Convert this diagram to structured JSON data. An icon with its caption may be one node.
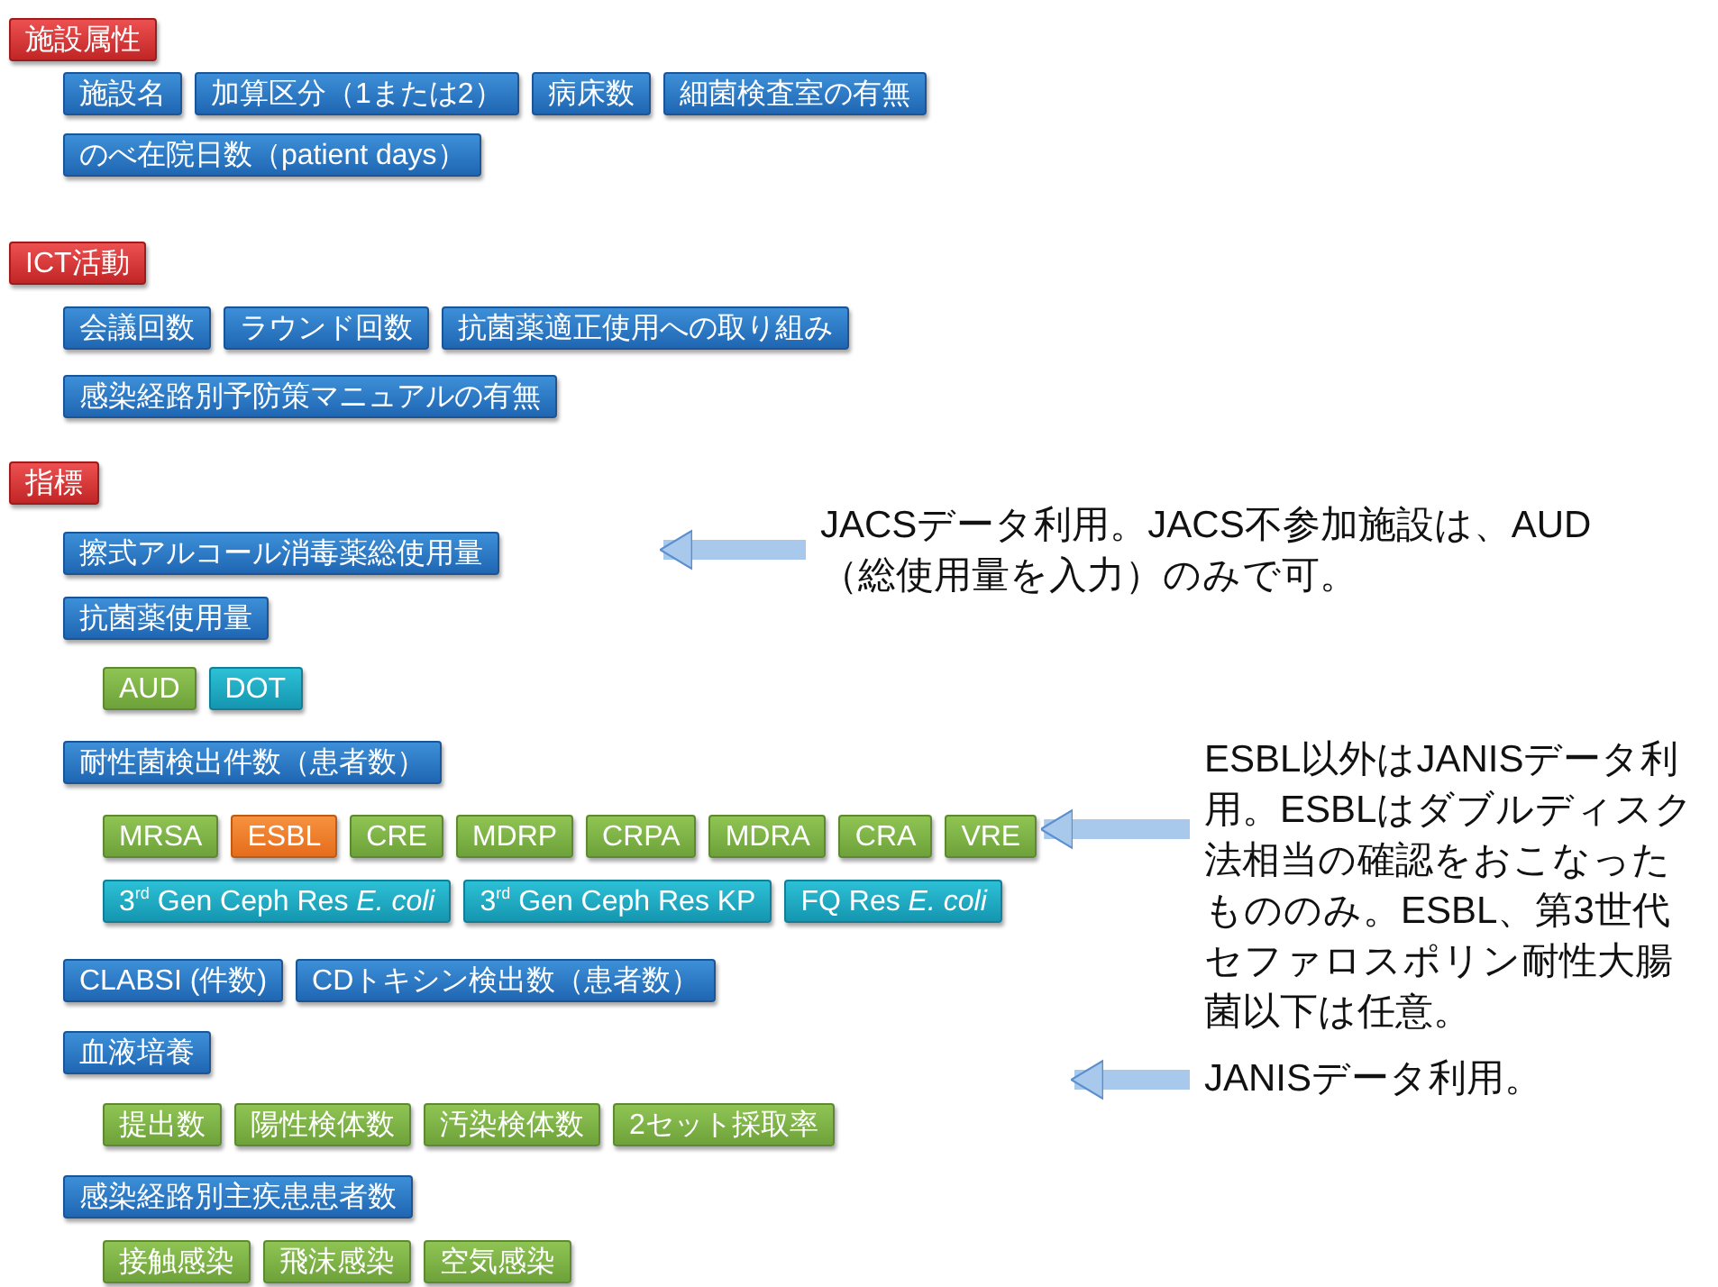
{
  "diagram": {
    "nodes": [
      {
        "text": [
          "施設属性"
        ]
      },
      {
        "text": [
          "施設名"
        ]
      },
      {
        "text": [
          "加算区分（1または2）"
        ]
      },
      {
        "text": [
          "病床数"
        ]
      },
      {
        "text": [
          "細菌検査室の有無"
        ]
      },
      {
        "text": [
          "のべ在院日数（patient days）"
        ]
      },
      {
        "text": [
          "ICT活動"
        ]
      },
      {
        "text": [
          "会議回数"
        ]
      },
      {
        "text": [
          "ラウンド回数"
        ]
      },
      {
        "text": [
          "抗菌薬適正使用への取り組み"
        ]
      },
      {
        "text": [
          "感染経路別予防策マニュアルの有無"
        ]
      },
      {
        "text": [
          "指標"
        ]
      },
      {
        "text": [
          "擦式アルコール消毒薬総使用量"
        ]
      },
      {
        "text": [
          "抗菌薬使用量"
        ]
      },
      {
        "text": [
          "AUD"
        ]
      },
      {
        "text": [
          "DOT"
        ]
      },
      {
        "text": [
          "耐性菌検出件数（患者数）"
        ]
      },
      {
        "text": [
          "MRSA"
        ]
      },
      {
        "text": [
          "ESBL"
        ]
      },
      {
        "text": [
          "CRE"
        ]
      },
      {
        "text": [
          "MDRP"
        ]
      },
      {
        "text": [
          "CRPA"
        ]
      },
      {
        "text": [
          "MDRA"
        ]
      },
      {
        "text": [
          "CRA"
        ]
      },
      {
        "text": [
          "VRE"
        ]
      },
      {
        "text": [
          "3$^{rd}$ Gen Ceph Res *E. coli*"
        ]
      },
      {
        "text": [
          "3$^{rd}$ Gen Ceph Res KP"
        ]
      },
      {
        "text": [
          "FQ Res *E. coli*"
        ]
      },
      {
        "text": [
          "CLABSI (件数)"
        ]
      },
      {
        "text": [
          "CDトキシン検出数（患者数）"
        ]
      },
      {
        "text": [
          "血液培養"
        ]
      },
      {
        "text": [
          "提出数"
        ]
      },
      {
        "text": [
          "陽性検体数"
        ]
      },
      {
        "text": [
          "汚染検体数"
        ]
      },
      {
        "text": [
          "2セット採取率"
        ]
      },
      {
        "text": [
          "感染経路別主疾患患者数"
        ]
      },
      {
        "text": [
          "接触感染"
        ]
      },
      {
        "text": [
          "飛沫感染"
        ]
      },
      {
        "text": [
          "空気感染"
        ]
      },
      {
        "text": [
          "JACSデータ利用。JACS不参加施設は、AUD（総使用量を入力）のみで可。"
        ]
      },
      {
        "text": [
          "ESBL以外はJANISデータ利用。ESBLはダブルディスク法相当の確認をおこなったもののみ。ESBL、第3世代セファロスポリン耐性大腸菌以下は任意。"
        ]
      },
      {
        "text": [
          "JANISデータ利用。"
        ]
      }
    ],
    "edges": [
      {
        "from": 39,
        "to": null,
        "arrow": "to"
      },
      {
        "from": 40,
        "to": 24,
        "arrow": "to"
      },
      {
        "from": 41,
        "to": null,
        "arrow": "to"
      }
    ]
  }
}
